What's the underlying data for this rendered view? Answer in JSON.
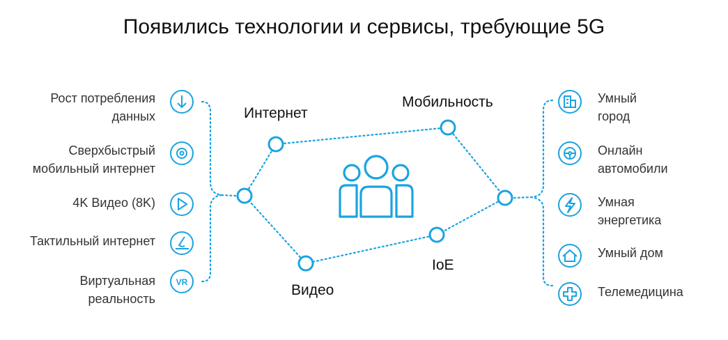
{
  "title": "Появились технологии и сервисы, требующие 5G",
  "colors": {
    "accent": "#1aa3e0",
    "text": "#333333"
  },
  "left_items": [
    {
      "lines": [
        "Рост потребления",
        "данных"
      ],
      "icon": "download-arrow-icon"
    },
    {
      "lines": [
        "Сверхбыстрый",
        "мобильный интернет"
      ],
      "icon": "target-icon"
    },
    {
      "lines": [
        "4K Видео (8K)"
      ],
      "icon": "play-icon"
    },
    {
      "lines": [
        "Тактильный интернет"
      ],
      "icon": "touch-icon"
    },
    {
      "lines": [
        "Виртуальная",
        "реальность"
      ],
      "icon": "vr-icon"
    }
  ],
  "right_items": [
    {
      "lines": [
        "Умный",
        "город"
      ],
      "icon": "building-icon"
    },
    {
      "lines": [
        "Онлайн",
        "автомобили"
      ],
      "icon": "steering-wheel-icon"
    },
    {
      "lines": [
        "Умная",
        "энергетика"
      ],
      "icon": "lightning-icon"
    },
    {
      "lines": [
        "Умный дом"
      ],
      "icon": "house-icon"
    },
    {
      "lines": [
        "Телемедицина"
      ],
      "icon": "medical-cross-icon"
    }
  ],
  "hubs": {
    "internet": "Интернет",
    "mobility": "Мобильность",
    "video": "Видео",
    "ioe": "IoE"
  },
  "center_icon": "people-group-icon"
}
